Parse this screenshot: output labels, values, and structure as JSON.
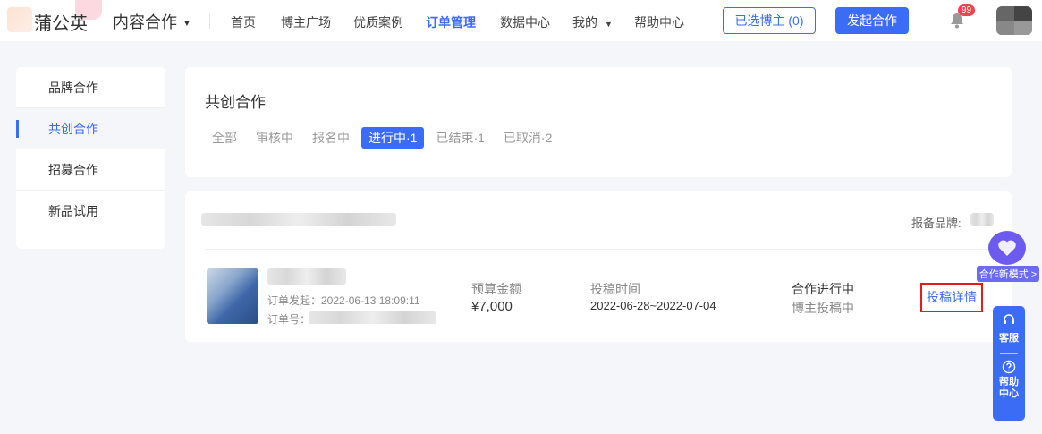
{
  "header": {
    "brand": "蒲公英",
    "section": "内容合作",
    "nav": [
      {
        "label": "首页",
        "active": false
      },
      {
        "label": "博主广场",
        "active": false
      },
      {
        "label": "优质案例",
        "active": false
      },
      {
        "label": "订单管理",
        "active": true
      },
      {
        "label": "数据中心",
        "active": false
      },
      {
        "label": "我的",
        "active": false
      },
      {
        "label": "帮助中心",
        "active": false
      }
    ],
    "selected_btn": "已选博主 (0)",
    "launch_btn": "发起合作",
    "notif_count": "99",
    "accent": "#3b6cf6"
  },
  "sidebar": {
    "items": [
      {
        "label": "品牌合作",
        "active": false
      },
      {
        "label": "共创合作",
        "active": true
      },
      {
        "label": "招募合作",
        "active": false
      },
      {
        "label": "新品试用",
        "active": false
      }
    ]
  },
  "main": {
    "title": "共创合作",
    "tabs": [
      {
        "label": "全部",
        "active": false
      },
      {
        "label": "审核中",
        "active": false
      },
      {
        "label": "报名中",
        "active": false
      },
      {
        "label": "进行中·1",
        "active": true
      },
      {
        "label": "已结束·1",
        "active": false
      },
      {
        "label": "已取消·2",
        "active": false
      }
    ],
    "order": {
      "brand_label": "报备品牌:",
      "created": "订单发起：2022-06-13 18:09:11",
      "order_no_label": "订单号：",
      "budget_label": "预算金额",
      "budget": "¥7,000",
      "time_label": "投稿时间",
      "time": "2022-06-28~2022-07-04",
      "status": "合作进行中",
      "substatus": "博主投稿中",
      "detail_link": "投稿详情"
    }
  },
  "floating": {
    "promo": "合作新模式 >",
    "service": "客服",
    "help": "帮助中心"
  }
}
